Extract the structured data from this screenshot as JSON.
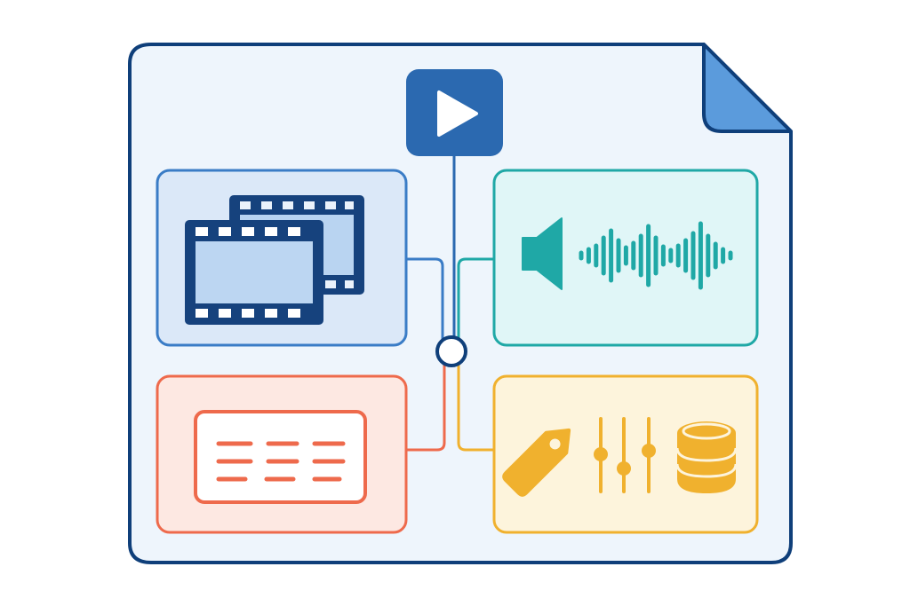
{
  "diagram": {
    "container": {
      "name": "media-file-container",
      "kind": "document-with-folded-corner"
    },
    "hub": {
      "name": "play-button-icon",
      "icon": "play-icon"
    },
    "junction": {
      "name": "junction-node"
    },
    "panels": [
      {
        "name": "video-track-panel",
        "icon": "film-strip-icon"
      },
      {
        "name": "audio-track-panel",
        "icon": "speaker-waveform-icon"
      },
      {
        "name": "subtitle-track-panel",
        "icon": "subtitles-icon"
      },
      {
        "name": "metadata-panel",
        "icon": "tag-sliders-database-icon"
      }
    ],
    "colors": {
      "outline": "#0f3f7a",
      "page_fill": "#eef5fc",
      "fold": "#5b9bdc",
      "hub": "#2b69b0",
      "video": "#3a7cc6",
      "video_fill": "#dbe8f8",
      "audio": "#1fa8a6",
      "audio_fill": "#e0f6f7",
      "subtitle": "#ee6a4c",
      "subtitle_fill": "#fde8e2",
      "meta": "#f0b12e",
      "meta_fill": "#fdf4dc"
    }
  }
}
